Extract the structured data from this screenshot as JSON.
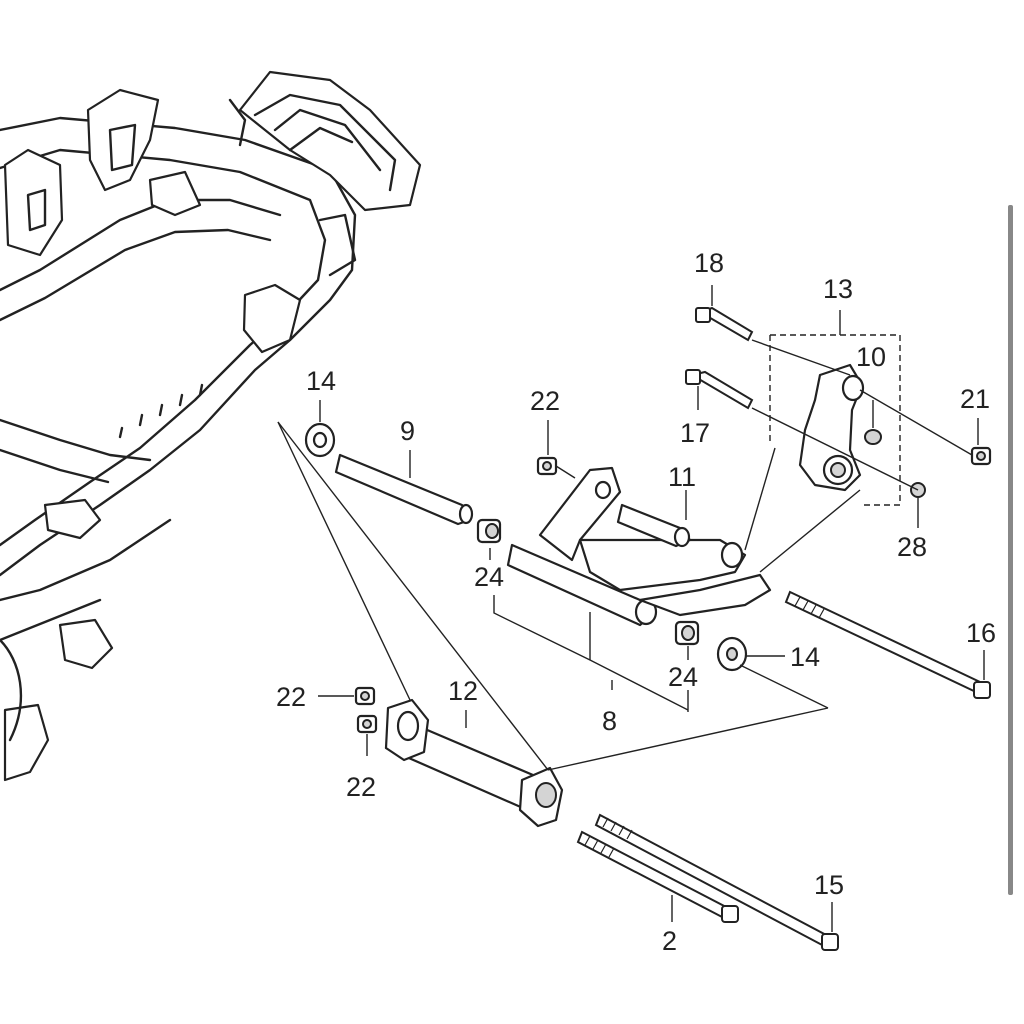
{
  "diagram": {
    "callouts": [
      {
        "id": "c18",
        "text": "18"
      },
      {
        "id": "c13",
        "text": "13"
      },
      {
        "id": "c10",
        "text": "10"
      },
      {
        "id": "c21",
        "text": "21"
      },
      {
        "id": "c14a",
        "text": "14"
      },
      {
        "id": "c9",
        "text": "9"
      },
      {
        "id": "c22a",
        "text": "22"
      },
      {
        "id": "c17",
        "text": "17"
      },
      {
        "id": "c11",
        "text": "11"
      },
      {
        "id": "c28",
        "text": "28"
      },
      {
        "id": "c24a",
        "text": "24"
      },
      {
        "id": "c16",
        "text": "16"
      },
      {
        "id": "c14b",
        "text": "14"
      },
      {
        "id": "c24b",
        "text": "24"
      },
      {
        "id": "c22b",
        "text": "22"
      },
      {
        "id": "c12",
        "text": "12"
      },
      {
        "id": "c8",
        "text": "8"
      },
      {
        "id": "c22c",
        "text": "22"
      },
      {
        "id": "c15",
        "text": "15"
      },
      {
        "id": "c2",
        "text": "2"
      }
    ],
    "colors": {
      "line": "#222222",
      "background": "#ffffff",
      "shading": "#d4d4d4",
      "scrollbar": "#888888"
    }
  }
}
